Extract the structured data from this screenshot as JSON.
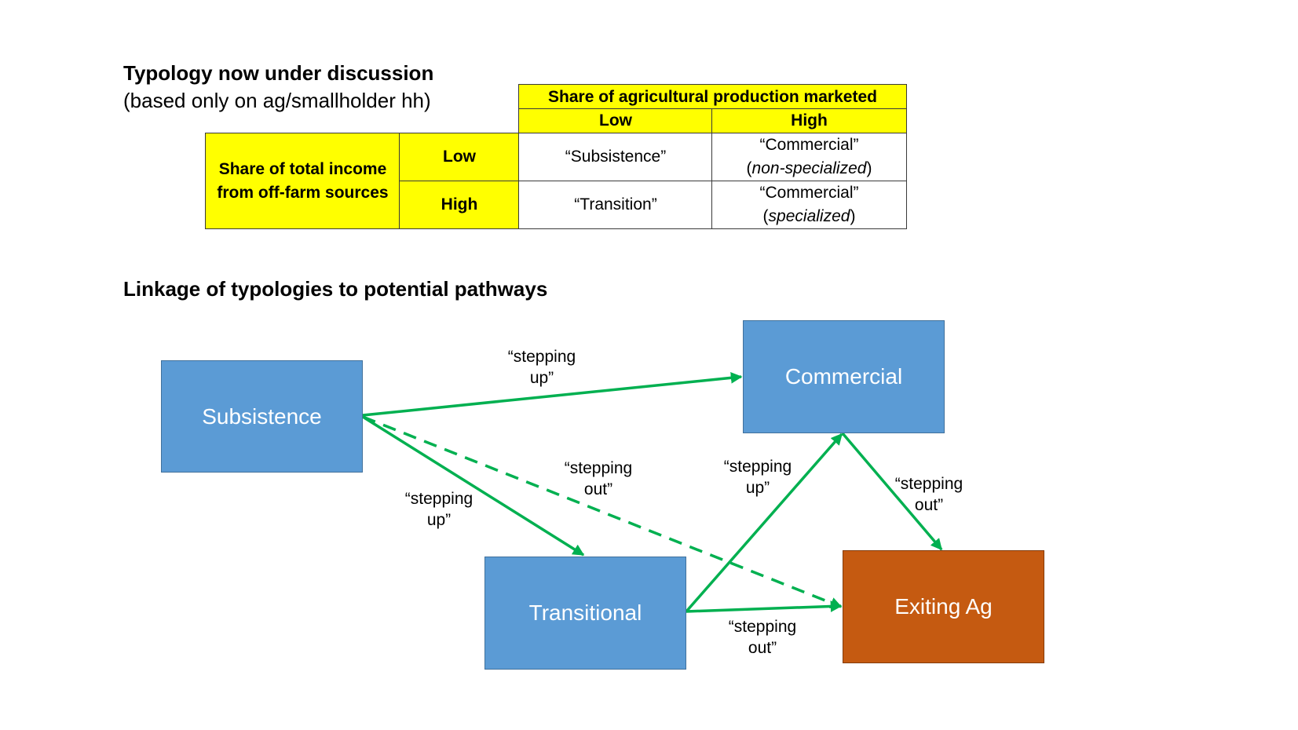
{
  "typology": {
    "title": "Typology now under discussion",
    "subtitle": "(based only on ag/smallholder hh)",
    "table": {
      "col_header": "Share of agricultural production marketed",
      "col_low": "Low",
      "col_high": "High",
      "row_header": "Share of total income from off-farm sources",
      "row_low": "Low",
      "row_high": "High",
      "low_low": "“Subsistence”",
      "low_high_main": "“Commercial”",
      "low_high_note": "non-specialized",
      "high_low": "“Transition”",
      "high_high_main": "“Commercial”",
      "high_high_note": "specialized"
    }
  },
  "pathways": {
    "title": "Linkage of typologies to potential pathways",
    "nodes": {
      "subsistence": "Subsistence",
      "commercial": "Commercial",
      "transitional": "Transitional",
      "exiting": "Exiting Ag"
    },
    "edge_labels": {
      "sub_to_com": [
        "“stepping",
        "up”"
      ],
      "sub_to_trans": [
        "“stepping",
        "up”"
      ],
      "sub_to_exit": [
        "“stepping",
        "out”"
      ],
      "trans_to_com": [
        "“stepping",
        "up”"
      ],
      "com_to_exit": [
        "“stepping",
        "out”"
      ],
      "trans_to_exit": [
        "“stepping",
        "out”"
      ]
    },
    "colors": {
      "node_blue": "#5b9bd5",
      "node_orange": "#c55a11",
      "arrow_green": "#00b050"
    }
  }
}
